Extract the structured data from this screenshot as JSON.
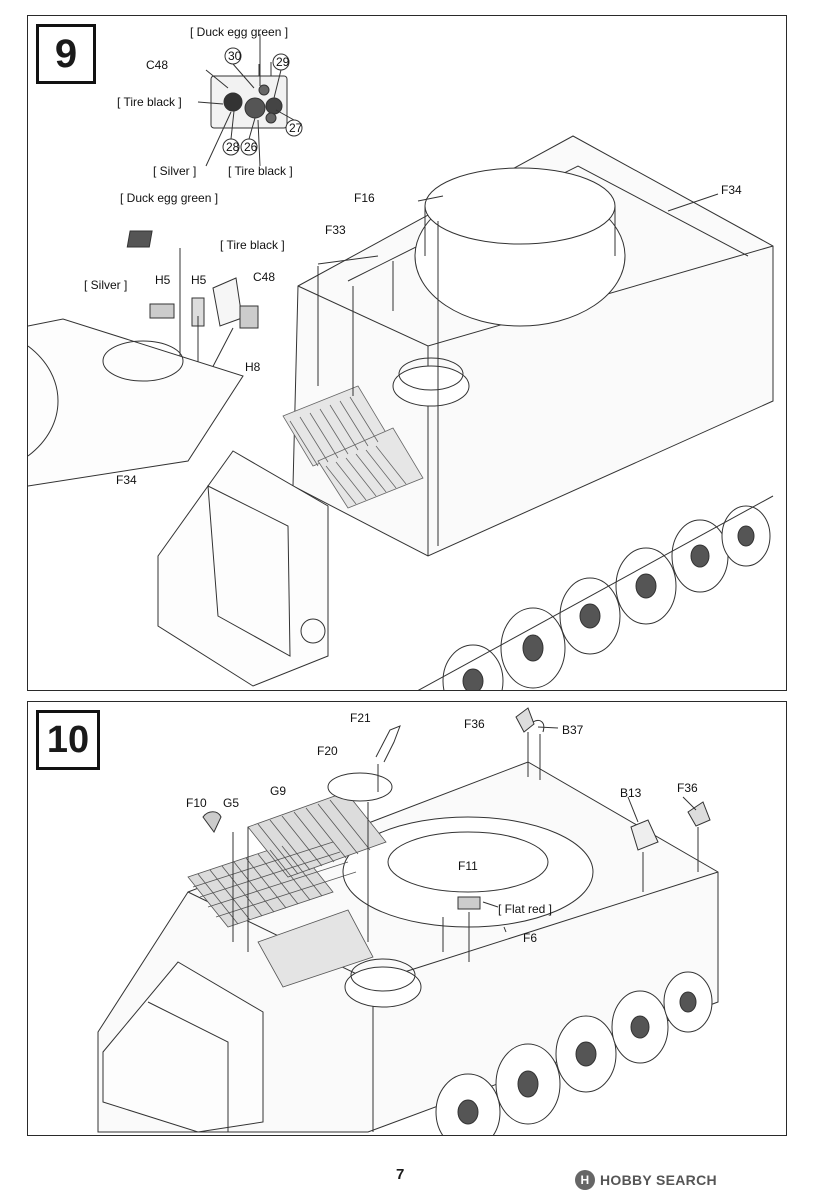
{
  "step9": {
    "number": "9",
    "labels": {
      "duck_egg_green_top": "[ Duck egg green ]",
      "c48_top": "C48",
      "tire_black_left": "[ Tire black ]",
      "silver_bottom": "[ Silver ]",
      "tire_black_bottom": "[ Tire black ]",
      "n30": "30",
      "n29": "29",
      "n27": "27",
      "n28": "28",
      "n26": "26",
      "duck_egg_green_mid": "[ Duck egg green ]",
      "tire_black_mid": "[ Tire black ]",
      "silver_left": "[ Silver ]",
      "h5_a": "H5",
      "h5_b": "H5",
      "c48_mid": "C48",
      "h8": "H8",
      "f34_left": "F34",
      "f16": "F16",
      "f33": "F33",
      "f34_right": "F34"
    }
  },
  "step10": {
    "number": "10",
    "labels": {
      "f21": "F21",
      "f36_top": "F36",
      "b37": "B37",
      "f20": "F20",
      "g9": "G9",
      "f10": "F10",
      "g5": "G5",
      "b13": "B13",
      "f36_right": "F36",
      "f11": "F11",
      "flat_red": "[ Flat red ]",
      "f6": "F6"
    }
  },
  "footer": {
    "page_number": "7",
    "watermark": "HOBBY SEARCH",
    "watermark_logo": "H"
  }
}
